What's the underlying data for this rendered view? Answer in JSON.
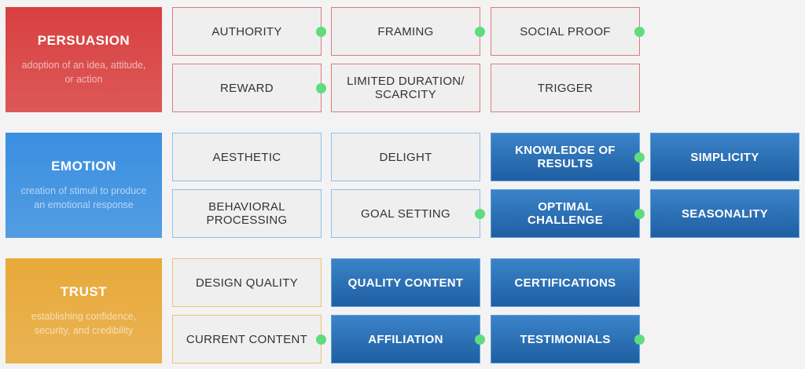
{
  "groups": [
    {
      "title": "PERSUASION",
      "subtitle": "adoption of an idea, attitude, or action",
      "color": "#d94040",
      "items": [
        {
          "label": "AUTHORITY",
          "style": "light",
          "dot": true
        },
        {
          "label": "FRAMING",
          "style": "light",
          "dot": true
        },
        {
          "label": "SOCIAL PROOF",
          "style": "light",
          "dot": true
        },
        {
          "label": "REWARD",
          "style": "light",
          "dot": true
        },
        {
          "label": "LIMITED DURATION/ SCARCITY",
          "style": "light",
          "dot": false
        },
        {
          "label": "TRIGGER",
          "style": "light",
          "dot": false
        }
      ]
    },
    {
      "title": "EMOTION",
      "subtitle": "creation of stimuli to produce an emotional response",
      "color": "#3a8fe0",
      "items": [
        {
          "label": "AESTHETIC",
          "style": "light",
          "dot": false
        },
        {
          "label": "DELIGHT",
          "style": "light",
          "dot": false
        },
        {
          "label": "KNOWLEDGE OF RESULTS",
          "style": "dark",
          "dot": true
        },
        {
          "label": "SIMPLICITY",
          "style": "dark",
          "dot": false
        },
        {
          "label": "BEHAVIORAL PROCESSING",
          "style": "light",
          "dot": false
        },
        {
          "label": "GOAL SETTING",
          "style": "light",
          "dot": true
        },
        {
          "label": "OPTIMAL CHALLENGE",
          "style": "dark",
          "dot": true
        },
        {
          "label": "SEASONALITY",
          "style": "dark",
          "dot": false
        }
      ]
    },
    {
      "title": "TRUST",
      "subtitle": "establishing confidence, security, and credibility",
      "color": "#e8a93a",
      "items": [
        {
          "label": "DESIGN QUALITY",
          "style": "light",
          "dot": false
        },
        {
          "label": "QUALITY CONTENT",
          "style": "dark",
          "dot": false
        },
        {
          "label": "CERTIFICATIONS",
          "style": "dark",
          "dot": false
        },
        {
          "label": "CURRENT CONTENT",
          "style": "light",
          "dot": true
        },
        {
          "label": "AFFILIATION",
          "style": "dark",
          "dot": true
        },
        {
          "label": "TESTIMONIALS",
          "style": "dark",
          "dot": true
        }
      ]
    }
  ]
}
